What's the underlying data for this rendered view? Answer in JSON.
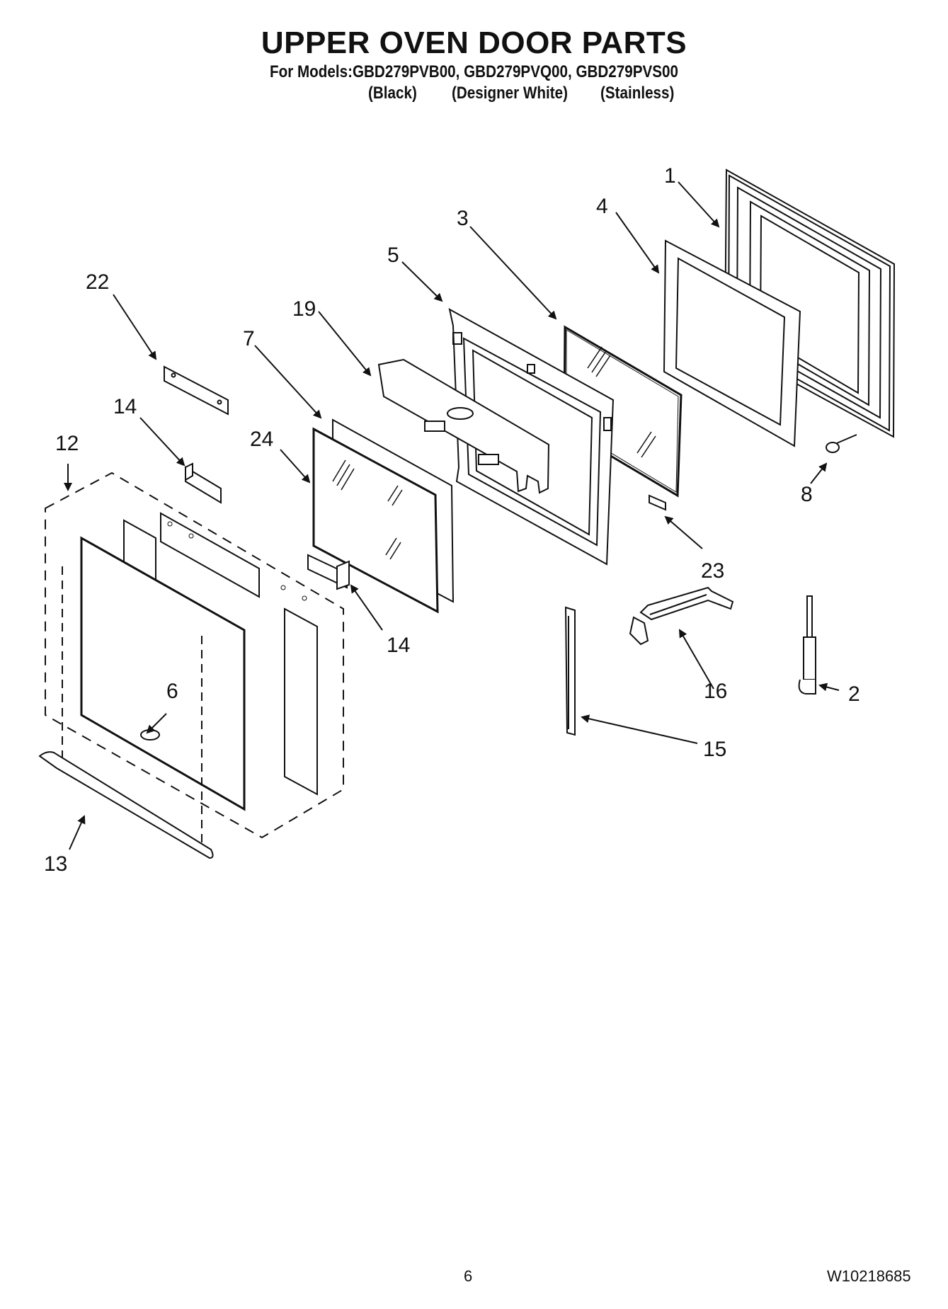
{
  "header": {
    "title": "UPPER OVEN DOOR PARTS",
    "models_line": "For Models:GBD279PVB00, GBD279PVQ00, GBD279PVS00",
    "variants": [
      "(Black)",
      "(Designer White)",
      "(Stainless)"
    ]
  },
  "callouts": [
    "1",
    "2",
    "3",
    "4",
    "5",
    "6",
    "7",
    "8",
    "12",
    "13",
    "14",
    "14",
    "15",
    "16",
    "19",
    "22",
    "23",
    "24"
  ],
  "footer": {
    "page_number": "6",
    "document_number": "W10218685"
  }
}
